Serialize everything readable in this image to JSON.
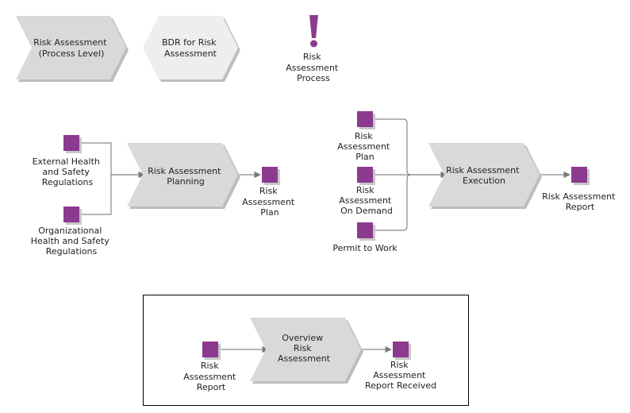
{
  "legend": {
    "process_level": [
      "Risk Assessment",
      "(Process Level)"
    ],
    "bdr": [
      "BDR for Risk",
      "Assessment"
    ],
    "process_marker": [
      "Risk",
      "Assessment",
      "Process"
    ]
  },
  "planning": {
    "input_1": [
      "External Health",
      "and Safety",
      "Regulations"
    ],
    "input_2": [
      "Organizational",
      "Health and Safety",
      "Regulations"
    ],
    "function": [
      "Risk Assessment",
      "Planning"
    ],
    "output": [
      "Risk",
      "Assessment",
      "Plan"
    ]
  },
  "execution": {
    "input_1": [
      "Risk",
      "Assessment",
      "Plan"
    ],
    "input_2": [
      "Risk",
      "Assessment",
      "On Demand"
    ],
    "input_3": [
      "Permit to Work"
    ],
    "function": [
      "Risk Assessment",
      "Execution"
    ],
    "output": [
      "Risk Assessment",
      "Report"
    ]
  },
  "overview": {
    "input": [
      "Risk",
      "Assessment",
      "Report"
    ],
    "function": [
      "Overview",
      "Risk",
      "Assessment"
    ],
    "output": [
      "Risk",
      "Assessment",
      "Report Received"
    ]
  },
  "colors": {
    "accent": "#8b3a8f",
    "shape_fill": "#d9d9d9",
    "connector": "#8a8a8a"
  }
}
